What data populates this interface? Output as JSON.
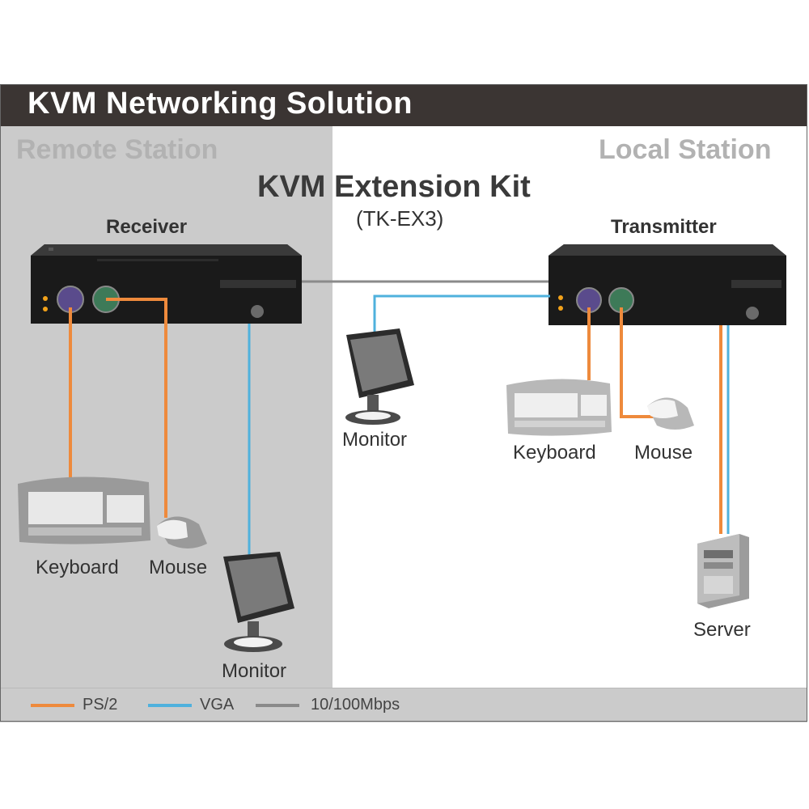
{
  "header": {
    "title": "KVM Networking Solution"
  },
  "stations": {
    "remote": "Remote Station",
    "local": "Local Station"
  },
  "kit": {
    "title": "KVM Extension Kit",
    "model": "(TK-EX3)"
  },
  "units": {
    "receiver": "Receiver",
    "transmitter": "Transmitter"
  },
  "remote_devices": {
    "keyboard": "Keyboard",
    "mouse": "Mouse",
    "monitor": "Monitor"
  },
  "local_devices": {
    "monitor": "Monitor",
    "keyboard": "Keyboard",
    "mouse": "Mouse",
    "server": "Server"
  },
  "legend": {
    "ps2": {
      "label": "PS/2",
      "color": "#ee8a3c"
    },
    "vga": {
      "label": "VGA",
      "color": "#4fb1dd"
    },
    "net": {
      "label": "10/100Mbps",
      "color": "#8a8a8a"
    }
  },
  "icons": [
    "receiver-box-icon",
    "transmitter-box-icon",
    "keyboard-icon",
    "mouse-icon",
    "monitor-icon",
    "server-tower-icon"
  ]
}
